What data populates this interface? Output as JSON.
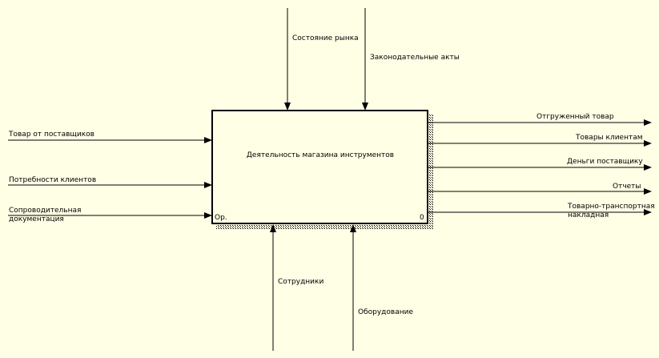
{
  "activity": {
    "title": "Деятельность магазина  инструментов",
    "corner_left": "Ор.",
    "corner_right": "0"
  },
  "controls": [
    "Состояние рынка",
    "Законодательные акты"
  ],
  "inputs": [
    "Товар от поставщиков",
    "Потребности клиентов",
    "Сопроводительная\nдокументация"
  ],
  "outputs": [
    "Отгруженный товар",
    "Товары клиентам",
    "Деньги поставщику",
    "Отчеты",
    "Товарно-транспортная\nнакладная"
  ],
  "mechanisms": [
    "Сотрудники",
    "Оборудование"
  ]
}
